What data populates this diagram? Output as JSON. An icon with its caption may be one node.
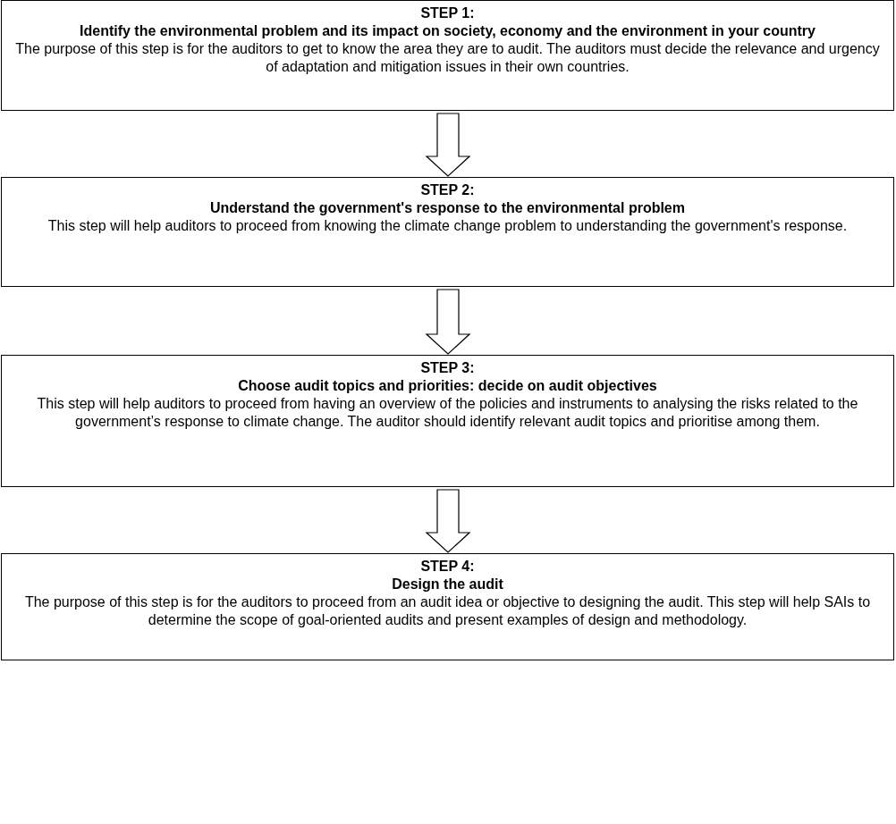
{
  "diagram": {
    "nodes": [
      {
        "text": [
          "STEP 1:",
          "Identify the environmental problem and its impact on society, economy and the environment in your country",
          "The purpose of this step is for the auditors to get to know the area they are to audit. The auditors must decide the relevance and urgency of adaptation and mitigation issues in their own countries."
        ]
      },
      {
        "text": [
          "STEP 2:",
          "Understand the government's response to the environmental problem",
          "This step will help auditors to proceed from knowing the climate change problem to understanding the government's response."
        ]
      },
      {
        "text": [
          "STEP 3:",
          "Choose audit topics and priorities: decide on audit objectives",
          "This step will help auditors to proceed from having an overview of the policies and instruments to analysing the risks related to the government’s response to climate change. The auditor should identify relevant audit topics and prioritise among them."
        ]
      },
      {
        "text": [
          "STEP 4:",
          "Design the audit",
          "The purpose of this step is for the auditors to proceed from an audit idea or objective to designing the audit. This step will help SAIs to determine the scope of goal-oriented audits and present examples of design and methodology."
        ]
      }
    ],
    "edges": [
      {
        "from": 0,
        "to": 1,
        "arrow": "to"
      },
      {
        "from": 1,
        "to": 2,
        "arrow": "to"
      },
      {
        "from": 2,
        "to": 3,
        "arrow": "to"
      }
    ]
  }
}
